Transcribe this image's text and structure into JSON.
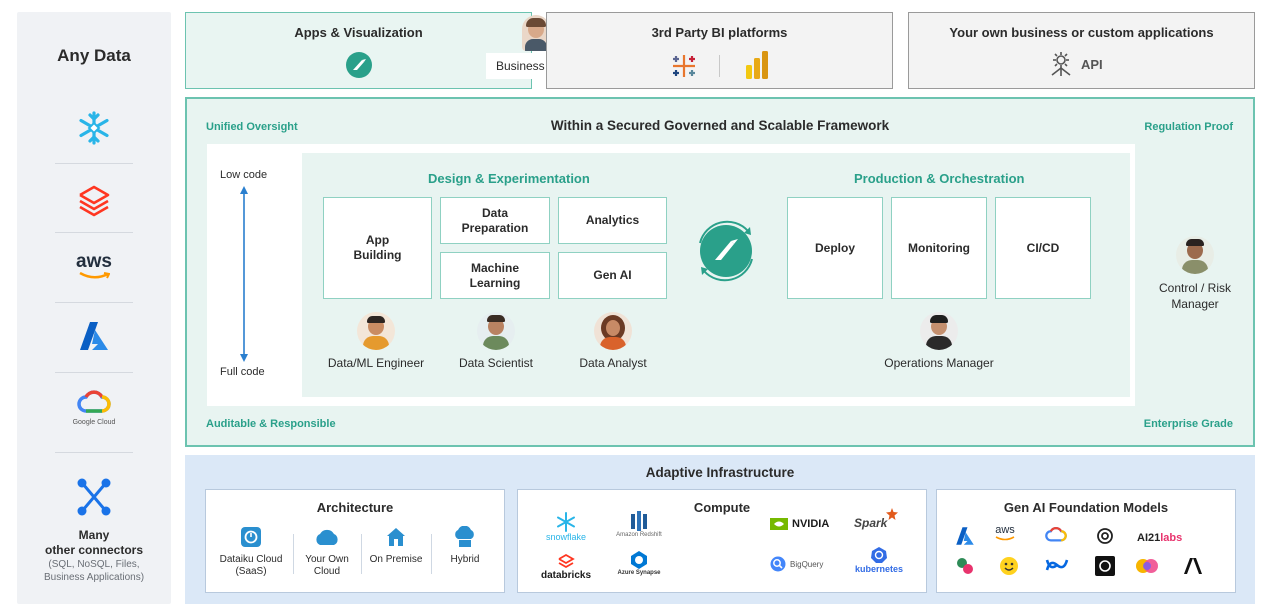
{
  "left_panel": {
    "title": "Any Data",
    "sources": [
      "snowflake-icon",
      "databricks-icon",
      "aws-icon",
      "azure-icon",
      "google-cloud-icon"
    ],
    "aws_text": "aws",
    "google_cloud_caption": "Google Cloud",
    "many_title": "Many\nother connectors",
    "many_subtitle": "(SQL, NoSQL, Files,\nBusiness Applications)"
  },
  "top": {
    "apps_title": "Apps & Visualization",
    "bi_title": "3rd Party BI platforms",
    "custom_title": "Your own business or custom applications",
    "api_label": "API",
    "business_sme": "Business SME"
  },
  "framework": {
    "title": "Within a Secured  Governed and Scalable Framework",
    "unified_oversight": "Unified Oversight",
    "regulation_proof": "Regulation Proof",
    "auditable": "Auditable & Responsible",
    "enterprise_grade": "Enterprise Grade",
    "low_code": "Low code",
    "full_code": "Full code",
    "design_title": "Design & Experimentation",
    "production_title": "Production & Orchestration",
    "design_boxes": {
      "app_building": "App\nBuilding",
      "data_prep": "Data\nPreparation",
      "analytics": "Analytics",
      "ml": "Machine\nLearning",
      "gen_ai": "Gen AI"
    },
    "production_boxes": [
      "Deploy",
      "Monitoring",
      "CI/CD"
    ],
    "people": {
      "engineer": "Data/ML Engineer",
      "scientist": "Data Scientist",
      "analyst": "Data Analyst",
      "ops": "Operations Manager",
      "risk": "Control / Risk\nManager"
    }
  },
  "infra": {
    "title": "Adaptive Infrastructure",
    "architecture": {
      "title": "Architecture",
      "items": [
        "Dataiku Cloud\n(SaaS)",
        "Your Own\nCloud",
        "On Premise",
        "Hybrid"
      ]
    },
    "compute": {
      "title": "Compute",
      "logos": {
        "snowflake": "snowflake",
        "redshift": "Amazon Redshift",
        "databricks": "databricks",
        "synapse": "Azure Synapse",
        "nvidia": "NVIDIA",
        "spark": "Spark",
        "bigquery": "BigQuery",
        "kubernetes": "kubernetes"
      }
    },
    "genai": {
      "title": "Gen AI Foundation Models",
      "aws_text": "aws",
      "ai21": "AI21",
      "ai21_labs": "labs"
    }
  },
  "colors": {
    "teal": "#2aa08a",
    "teal_border": "#6cc3b0",
    "teal_bg": "#e8f4f1",
    "infra_bg": "#dbe8f7",
    "left_bg": "#f0f2f5"
  }
}
